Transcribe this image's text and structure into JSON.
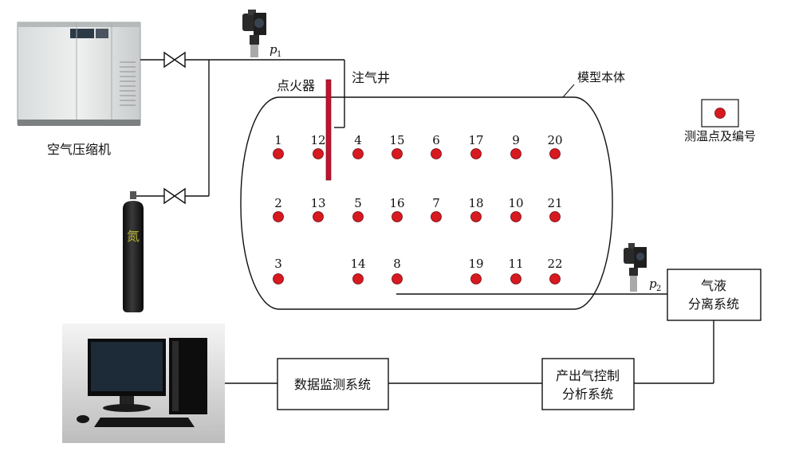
{
  "labels": {
    "compressor": "空气压缩机",
    "injection_well": "注气井",
    "igniter": "点火器",
    "model_body": "模型本体",
    "legend": "测温点及编号",
    "gas_liquid_sep_line1": "气液",
    "gas_liquid_sep_line2": "分离系统",
    "production_ctrl_line1": "产出气控制",
    "production_ctrl_line2": "分析系统",
    "data_monitor": "数据监测系统",
    "cylinder_char": "氮"
  },
  "gauges": [
    {
      "symbol": "p",
      "subscript": "1"
    },
    {
      "symbol": "p",
      "subscript": "2"
    }
  ],
  "temperature_points": {
    "row1": [
      "1",
      "12",
      "4",
      "15",
      "6",
      "17",
      "9",
      "20"
    ],
    "row2": [
      "2",
      "13",
      "5",
      "16",
      "7",
      "18",
      "10",
      "21"
    ],
    "row3": [
      "3",
      "14",
      "8",
      "19",
      "11",
      "22"
    ]
  },
  "colors": {
    "point_fill": "#d71920",
    "igniter": "#c4122f",
    "line": "#111111"
  }
}
